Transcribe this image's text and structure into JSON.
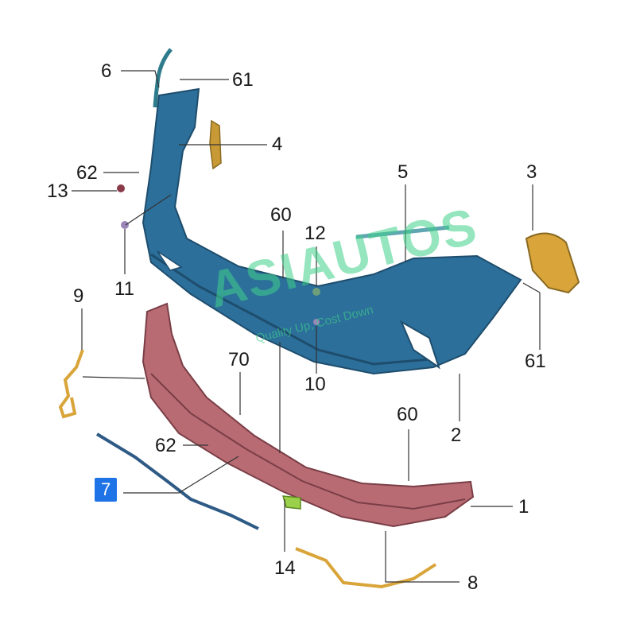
{
  "diagram": {
    "callouts": [
      {
        "id": "c1",
        "text": "1"
      },
      {
        "id": "c2",
        "text": "2"
      },
      {
        "id": "c3",
        "text": "3"
      },
      {
        "id": "c4",
        "text": "4"
      },
      {
        "id": "c5",
        "text": "5"
      },
      {
        "id": "c6",
        "text": "6"
      },
      {
        "id": "c7",
        "text": "7",
        "highlighted": true
      },
      {
        "id": "c8",
        "text": "8"
      },
      {
        "id": "c9",
        "text": "9"
      },
      {
        "id": "c10",
        "text": "10"
      },
      {
        "id": "c11",
        "text": "11"
      },
      {
        "id": "c12",
        "text": "12"
      },
      {
        "id": "c13",
        "text": "13"
      },
      {
        "id": "c14",
        "text": "14"
      },
      {
        "id": "c60a",
        "text": "60"
      },
      {
        "id": "c60b",
        "text": "60"
      },
      {
        "id": "c61a",
        "text": "61"
      },
      {
        "id": "c61b",
        "text": "61"
      },
      {
        "id": "c62a",
        "text": "62"
      },
      {
        "id": "c62b",
        "text": "62"
      },
      {
        "id": "c70",
        "text": "70"
      }
    ],
    "colors": {
      "upper_cover": "#2c6f9a",
      "lower_cover": "#b96b73",
      "brackets": "#d9a53a",
      "trim_strip": "#2e5a86",
      "highlight": "#1e73e6"
    }
  },
  "watermark": {
    "brand": "ASIAUTOS",
    "tagline": "Quality Up, Cost Down"
  }
}
